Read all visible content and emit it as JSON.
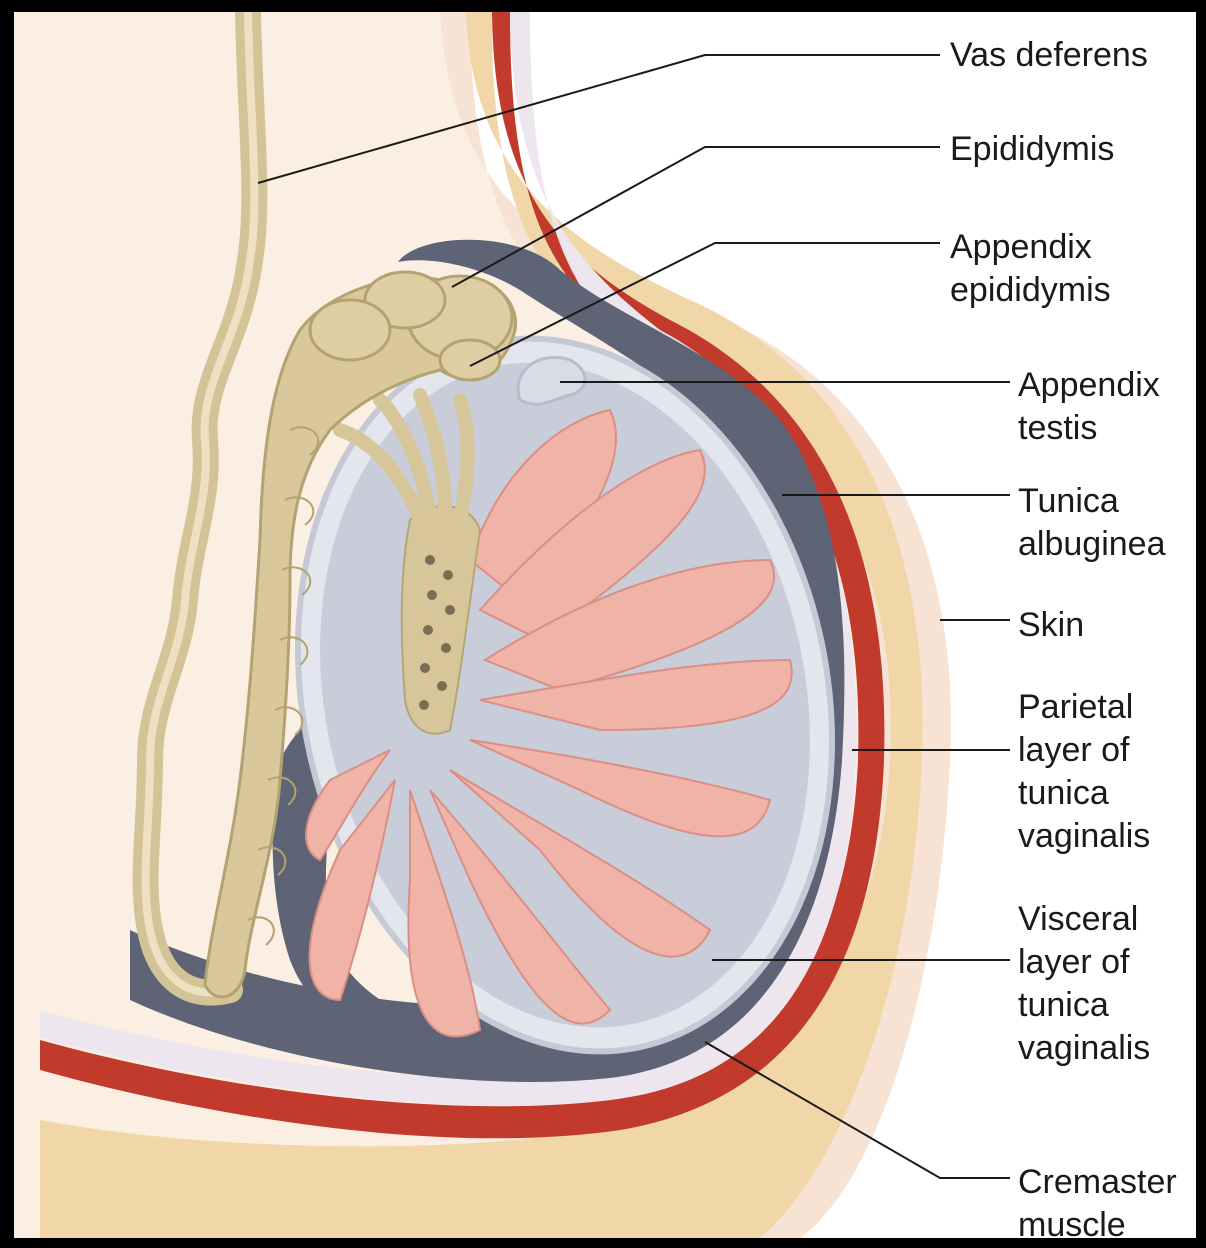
{
  "labels": {
    "vas_deferens": [
      "Vas deferens"
    ],
    "epididymis": [
      "Epididymis"
    ],
    "appendix_epididymis": [
      "Appendix",
      "epididymis"
    ],
    "appendix_testis": [
      "Appendix",
      "testis"
    ],
    "tunica_albuginea": [
      "Tunica",
      "albuginea"
    ],
    "skin": [
      "Skin"
    ],
    "parietal_layer": [
      "Parietal",
      "layer of",
      "tunica",
      "vaginalis"
    ],
    "visceral_layer": [
      "Visceral",
      "layer of",
      "tunica",
      "vaginalis"
    ],
    "cremaster_muscle": [
      "Cremaster",
      "muscle"
    ]
  },
  "colors": {
    "frame": "#000000",
    "background": "#fbf1e9",
    "skin_outer": "#f7e6d8",
    "dartos": "#f2d9a9",
    "cremaster": "#c23a2c",
    "tunica_cavity": "#5e6375",
    "tunica_light": "#d9dce4",
    "testis_interior": "#c9cdd9",
    "lobule": "#f0b3a8",
    "epididymis": "#d8c89c",
    "vas": "#d3c497"
  }
}
